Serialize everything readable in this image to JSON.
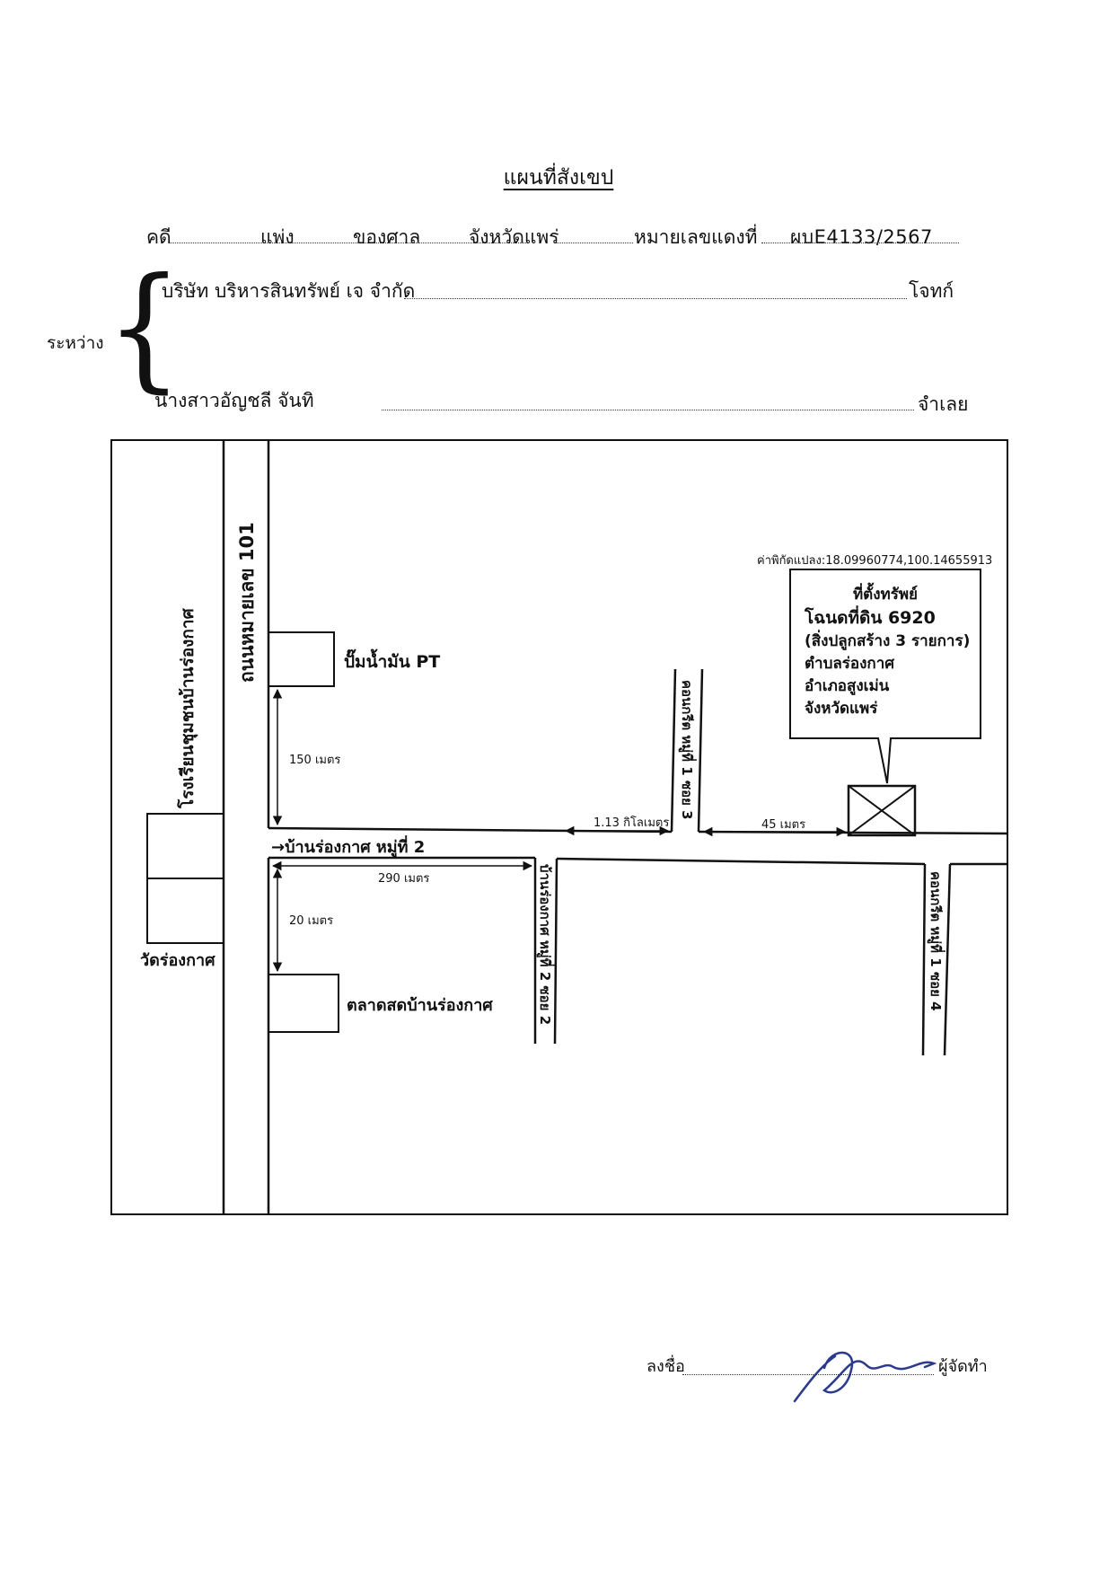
{
  "title": "แผนที่สังเขป",
  "header": {
    "case_label": "คดี",
    "case_type": "แพ่ง",
    "court_label": "ของศาล",
    "court_name": "จังหวัดแพร่",
    "red_no_label": "หมายเลขแดงที่",
    "red_no": "ผบE4133/2567"
  },
  "parties": {
    "between_label": "ระหว่าง",
    "plaintiff": "บริษัท บริหารสินทรัพย์ เจ จำกัด",
    "plaintiff_role": "โจทก์",
    "defendant": "นางสาวอัญชลี จันทิ",
    "defendant_role": "จำเลย"
  },
  "map": {
    "coords": "ค่าพิกัดแปลง:18.09960774,100.14655913",
    "property_box": {
      "title": "ที่ตั้งทรัพย์",
      "deed": "โฉนดที่ดิน 6920",
      "buildings": "(สิ่งปลูกสร้าง 3 รายการ)",
      "subdistrict": "ตำบลร่องกาศ",
      "district": "อำเภอสูงเม่น",
      "province": "จังหวัดแพร่"
    },
    "highway": "ถนนหมายเลข 101",
    "school": "โรงเรียนชุมชนบ้านร่องกาศ",
    "gas_station": "ปั๊มน้ำมัน PT",
    "village_road": "→บ้านร่องกาศ หมู่ที่ 2",
    "temple": "วัดร่องกาศ",
    "market": "ตลาดสดบ้านร่องกาศ",
    "soi3": "คอนกรีต หมู่ที่ 1 ซอย 3",
    "soi4": "คอนกรีต หมู่ที่ 1 ซอย 4",
    "soi2": "บ้านร่องกาศ หมู่ที่ 2 ซอย 2",
    "dist_150": "150 เมตร",
    "dist_1_13": "1.13 กิโลเมตร",
    "dist_45": "45 เมตร",
    "dist_290": "290 เมตร",
    "dist_20": "20 เมตร"
  },
  "signature": {
    "sign_label": "ลงชื่อ",
    "maker_role": "ผู้จัดทำ"
  }
}
